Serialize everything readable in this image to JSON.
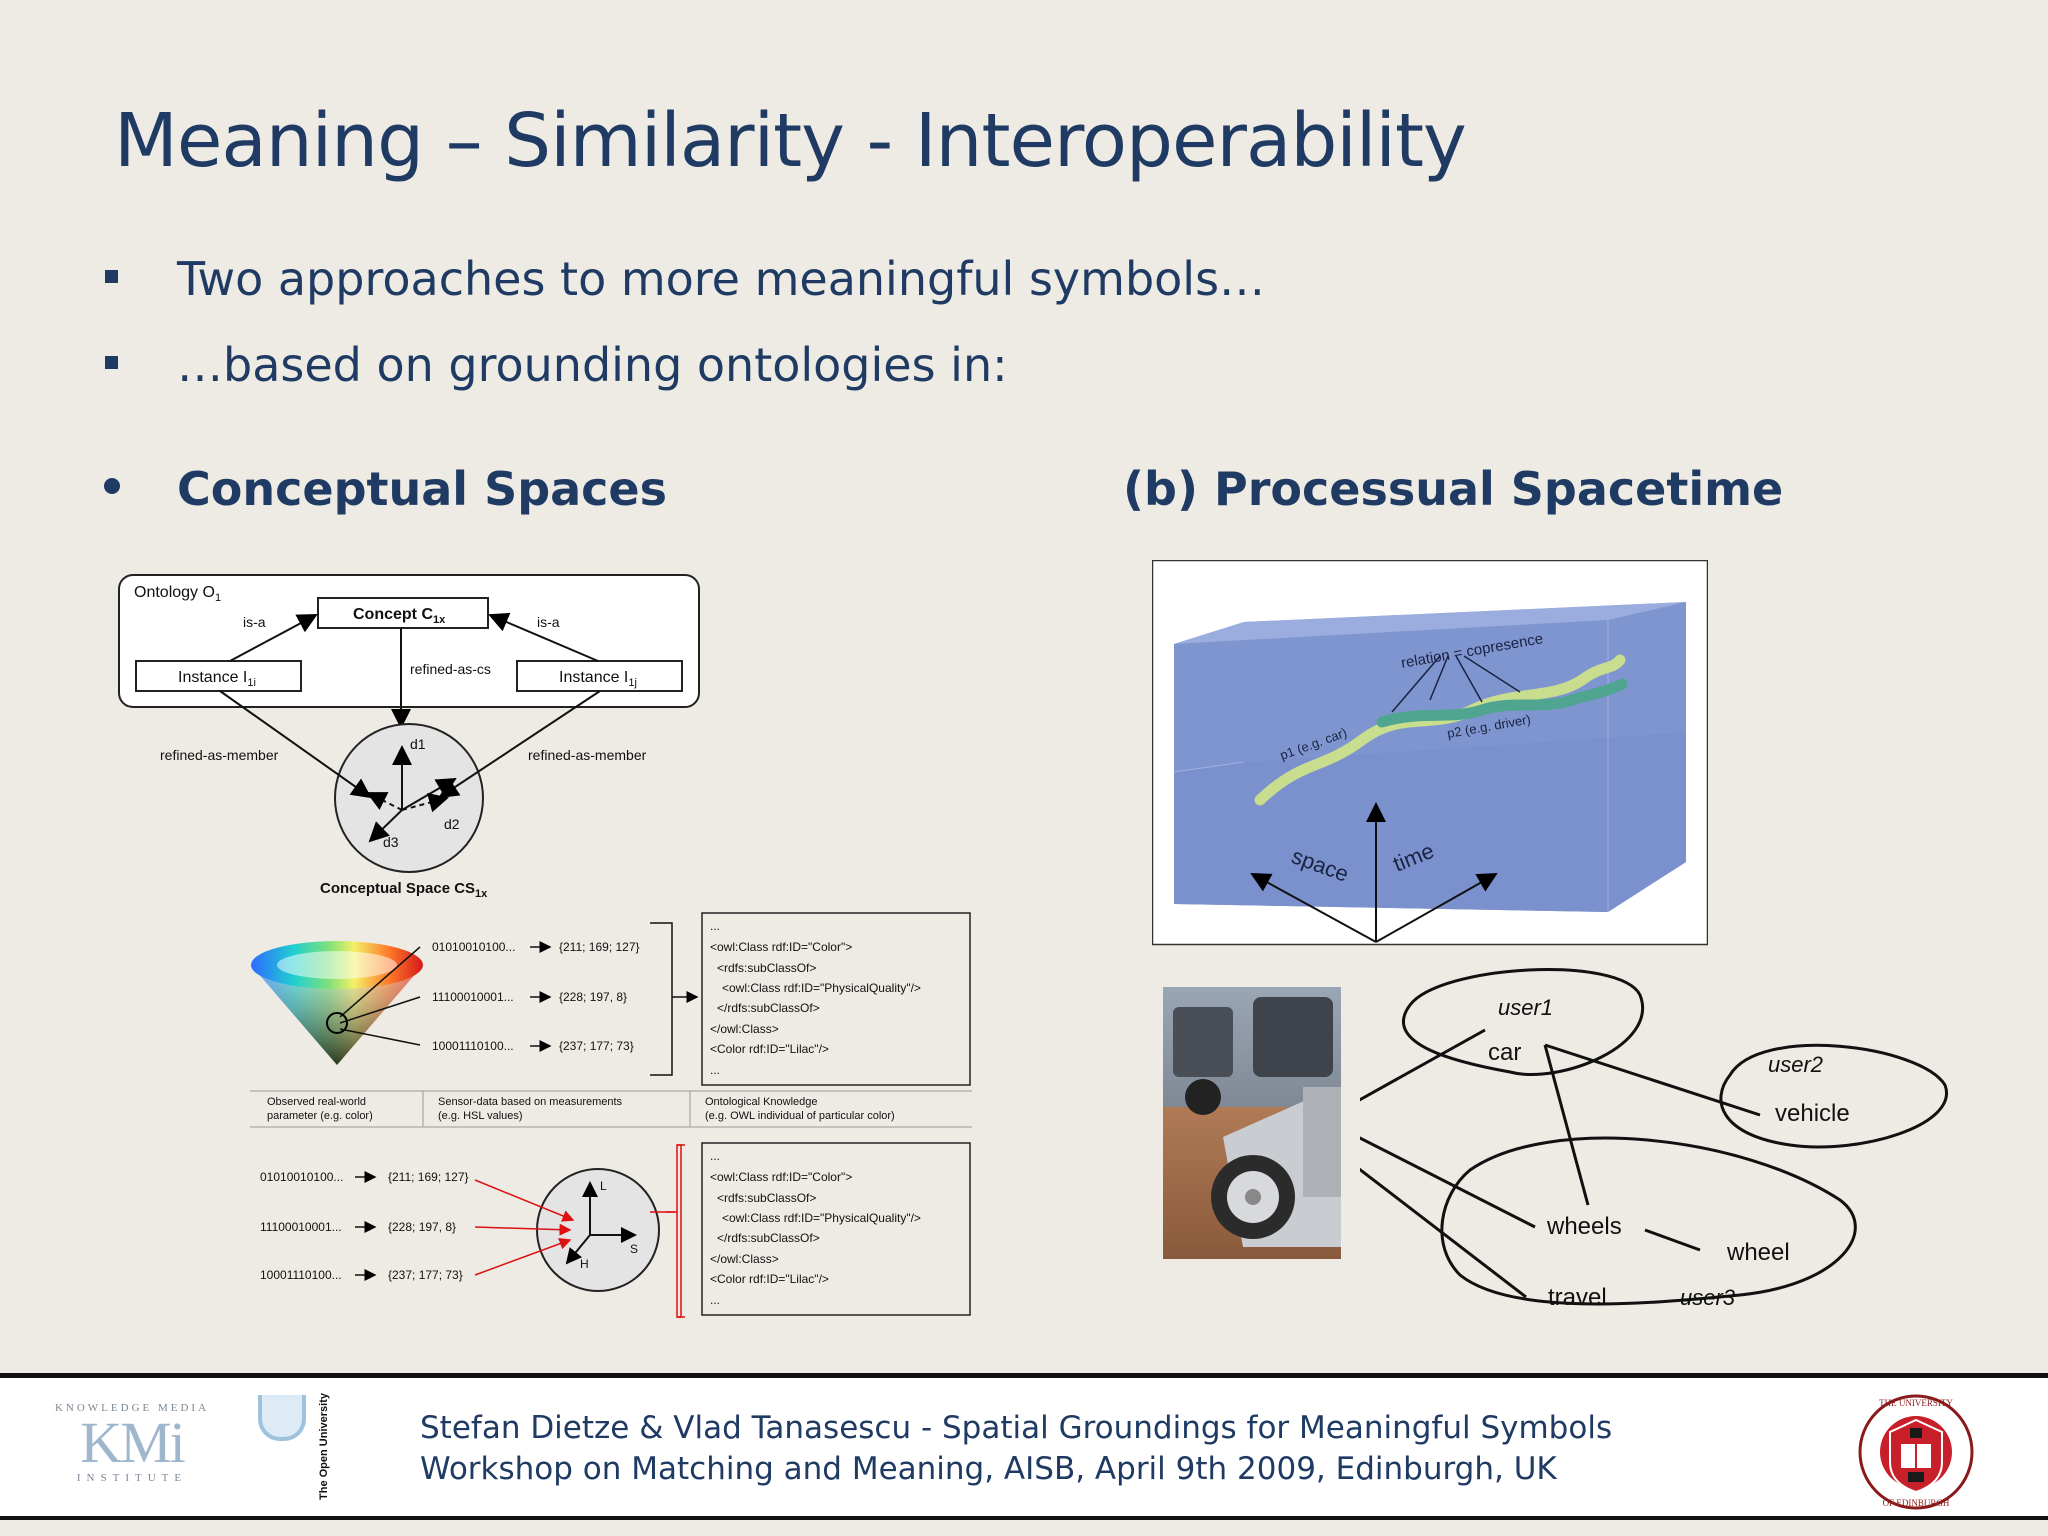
{
  "slide": {
    "title": "Meaning – Similarity - Interoperability",
    "bullets": [
      "Two approaches to more meaningful symbols…",
      "…based on grounding ontologies in:"
    ],
    "section_a": "Conceptual Spaces",
    "section_b": "(b) Processual Spacetime"
  },
  "ontology_diagram": {
    "ontology_label": "Ontology O",
    "ontology_sub": "1",
    "concept": "Concept C",
    "concept_sub": "1x",
    "instance_i": "Instance I",
    "instance_i_sub": "1i",
    "instance_j": "Instance I",
    "instance_j_sub": "1j",
    "is_a": "is-a",
    "refined_as_cs": "refined-as-cs",
    "refined_as_member": "refined-as-member",
    "d1": "d1",
    "d2": "d2",
    "d3": "d3",
    "cs_label": "Conceptual Space CS",
    "cs_sub": "1x"
  },
  "color_diagram": {
    "bits": [
      "01010010100...",
      "11100010001...",
      "10001110100..."
    ],
    "hsl": [
      "{211; 169; 127}",
      "{228; 197, 8}",
      "{237; 177; 73}"
    ],
    "owl_lines": [
      "...",
      "<owl:Class rdf:ID=\"Color\">",
      "<rdfs:subClassOf>",
      "<owl:Class rdf:ID=\"PhysicalQuality\"/>",
      "</rdfs:subClassOf>",
      "</owl:Class>",
      "<Color rdf:ID=\"Lilac\"/>",
      "..."
    ],
    "col1": [
      "Observed real-world",
      "parameter (e.g. color)"
    ],
    "col2": [
      "Sensor-data based on measurements",
      "(e.g. HSL values)"
    ],
    "col3": [
      "Ontological Knowledge",
      "(e.g. OWL individual of particular color)"
    ],
    "axes": {
      "L": "L",
      "S": "S",
      "H": "H"
    }
  },
  "spacetime": {
    "relation": "relation = copresence",
    "p1": "p1 (e.g. car)",
    "p2": "p2 (e.g. driver)",
    "space": "space",
    "time": "time",
    "colors": {
      "box": "#7f95cf",
      "p1": "#c8dd8e",
      "p2": "#4fa58f"
    }
  },
  "users": {
    "user1": "user1",
    "car": "car",
    "user2": "user2",
    "vehicle": "vehicle",
    "wheels": "wheels",
    "wheel": "wheel",
    "travel": "travel",
    "user3": "user3"
  },
  "footer": {
    "line1": "Stefan Dietze & Vlad Tanasescu - Spatial Groundings for Meaningful Symbols",
    "line2": "Workshop on Matching and Meaning, AISB, April 9th 2009, Edinburgh, UK",
    "kmi_top": "KNOWLEDGE MEDIA",
    "kmi_logo": "KMi",
    "kmi_bottom": "INSTITUTE",
    "ou": "The Open University",
    "edinburgh_top": "THE UNIVERSITY",
    "edinburgh_bottom": "OF EDINBURGH"
  }
}
